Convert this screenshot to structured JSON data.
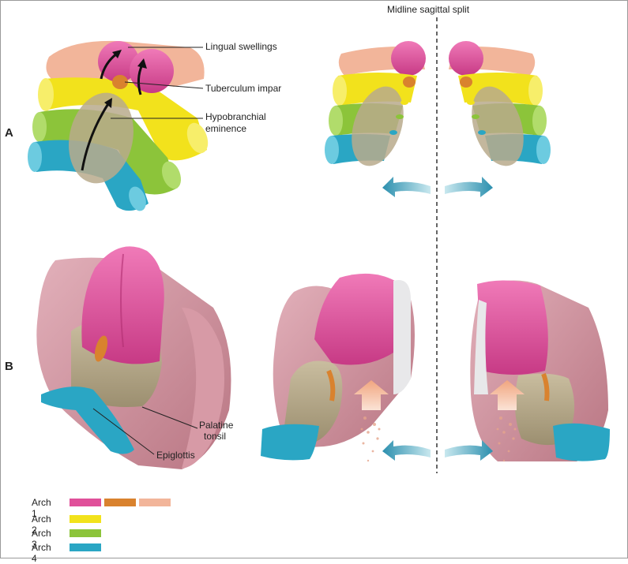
{
  "heading": "Midline sagittal split",
  "panels": {
    "a": "A",
    "b": "B"
  },
  "labels": {
    "lingual_swellings": "Lingual swellings",
    "tuberculum_impar": "Tuberculum impar",
    "hypobranchial_line1": "Hypobranchial",
    "hypobranchial_line2": "eminence",
    "palatine_line1": "Palatine",
    "palatine_line2": "tonsil",
    "epiglottis": "Epiglottis"
  },
  "legend": [
    {
      "label": "Arch 1",
      "colors": [
        "#e0509a",
        "#d9822e",
        "#f2b59a"
      ]
    },
    {
      "label": "Arch 2",
      "colors": [
        "#f2e21c"
      ]
    },
    {
      "label": "Arch 3",
      "colors": [
        "#8cc43a"
      ]
    },
    {
      "label": "Arch 4",
      "colors": [
        "#2aa6c4"
      ]
    }
  ],
  "colors": {
    "arch1_pink": "#e0509a",
    "arch1_orange": "#d9822e",
    "arch1_peach": "#f2b59a",
    "arch2": "#f2e21c",
    "arch3": "#8cc43a",
    "arch4": "#2aa6c4",
    "mucosa": "#c98a97",
    "eminence": "#b8aa8c"
  }
}
